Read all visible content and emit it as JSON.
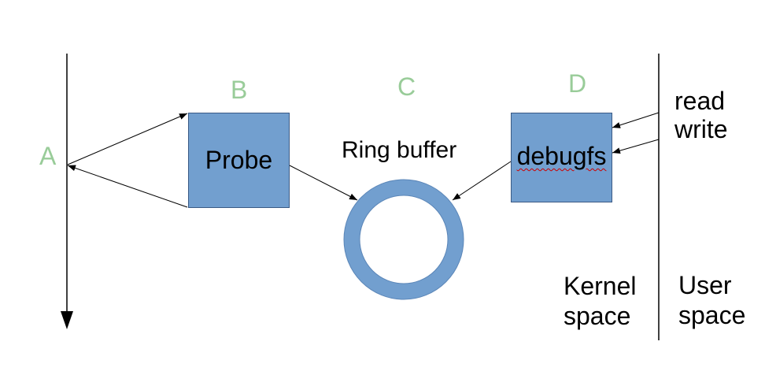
{
  "labels": {
    "a": "A",
    "b": "B",
    "c": "C",
    "d": "D"
  },
  "nodes": {
    "probe": "Probe",
    "ring_buffer": "Ring buffer",
    "debugfs": "debugfs"
  },
  "io": {
    "read": "read",
    "write": "write"
  },
  "regions": {
    "kernel_line1": "Kernel",
    "kernel_line2": "space",
    "user_line1": "User",
    "user_line2": "space"
  },
  "colors": {
    "box_fill": "#729fcf",
    "letter": "#99cc99",
    "line": "#000000"
  }
}
